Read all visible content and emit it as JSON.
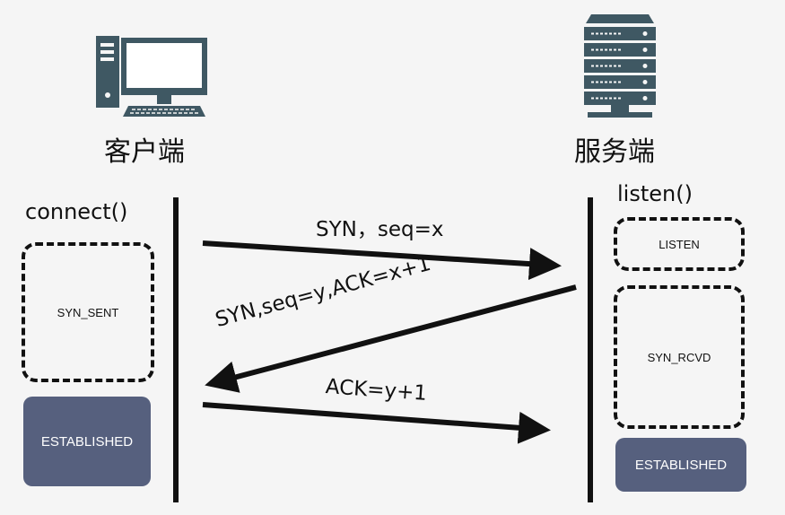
{
  "client": {
    "title": "客户端",
    "call": "connect()",
    "states": {
      "syn_sent": "SYN_SENT",
      "established": "ESTABLISHED"
    }
  },
  "server": {
    "title": "服务端",
    "call": "listen()",
    "states": {
      "listen": "LISTEN",
      "syn_rcvd": "SYN_RCVD",
      "established": "ESTABLISHED"
    }
  },
  "messages": {
    "syn": "SYN，seq=x",
    "syn_ack": "SYN,seq=y,ACK=x+1",
    "ack": "ACK=y+1"
  },
  "colors": {
    "background": "#f5f5f5",
    "icon": "#3f5863",
    "established_fill": "#56607e",
    "line": "#111111"
  },
  "icons": {
    "client": "desktop-computer-icon",
    "server": "server-rack-icon"
  }
}
